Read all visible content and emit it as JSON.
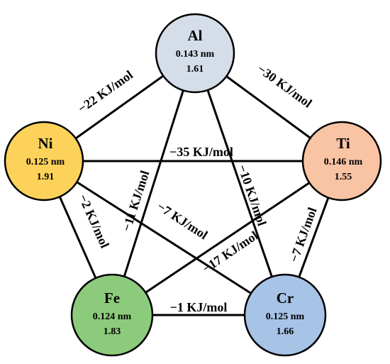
{
  "nodes": {
    "al": {
      "symbol": "Al",
      "radius": "0.143 nm",
      "electronegativity": "1.61",
      "color": "#d5dde8"
    },
    "ni": {
      "symbol": "Ni",
      "radius": "0.125 nm",
      "electronegativity": "1.91",
      "color": "#fcd25a"
    },
    "ti": {
      "symbol": "Ti",
      "radius": "0.146 nm",
      "electronegativity": "1.55",
      "color": "#f9c4a4"
    },
    "fe": {
      "symbol": "Fe",
      "radius": "0.124 nm",
      "electronegativity": "1.83",
      "color": "#8ccb7c"
    },
    "cr": {
      "symbol": "Cr",
      "radius": "0.125 nm",
      "electronegativity": "1.66",
      "color": "#a7c3e6"
    }
  },
  "edges": {
    "al_ni": "−22 KJ/mol",
    "al_ti": "−30 KJ/mol",
    "ni_ti": "−35 KJ/mol",
    "al_cr": "−10 KJ/mol",
    "al_fe": "−11 KJ/mol",
    "ni_cr": "−7 KJ/mol",
    "ni_fe": "−2 KJ/mol",
    "ti_fe": "−17 KJ/mol",
    "ti_cr": "−7 KJ/mol",
    "fe_cr": "−1 KJ/mol"
  }
}
